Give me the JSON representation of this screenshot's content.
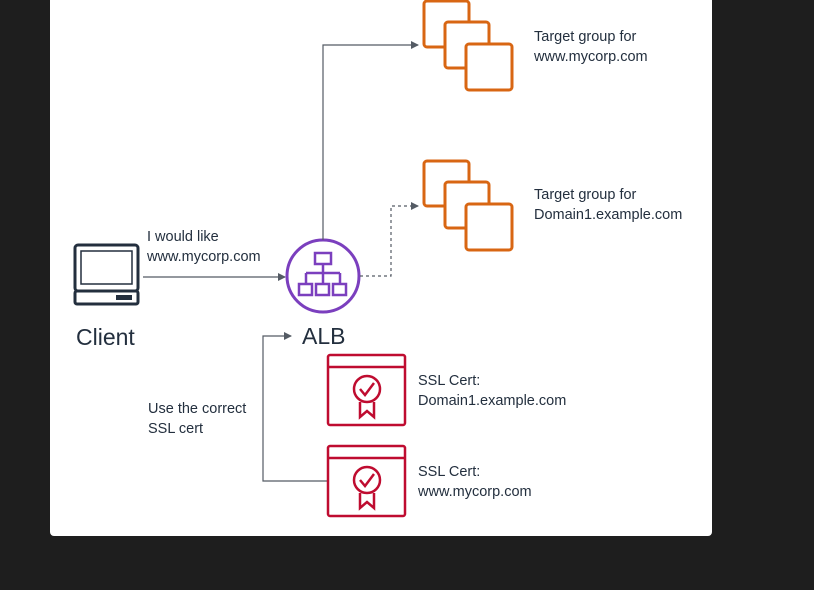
{
  "client": {
    "label": "Client",
    "request_line1": "I would like",
    "request_line2": "www.mycorp.com"
  },
  "alb": {
    "label": "ALB"
  },
  "target_groups": [
    {
      "line1": "Target group for",
      "line2": "www.mycorp.com"
    },
    {
      "line1": "Target group for",
      "line2": "Domain1.example.com"
    }
  ],
  "sni_note": {
    "line1": "Use the correct",
    "line2": "SSL cert"
  },
  "certs": [
    {
      "line1": "SSL Cert:",
      "line2": "Domain1.example.com"
    },
    {
      "line1": "SSL Cert:",
      "line2": "www.mycorp.com"
    }
  ],
  "colors": {
    "background": "#1e1e1e",
    "panel": "#ffffff",
    "target_group": "#d86613",
    "alb": "#7b3fbe",
    "cert": "#bf0c30",
    "text": "#232f3e",
    "arrow": "#545b64"
  }
}
